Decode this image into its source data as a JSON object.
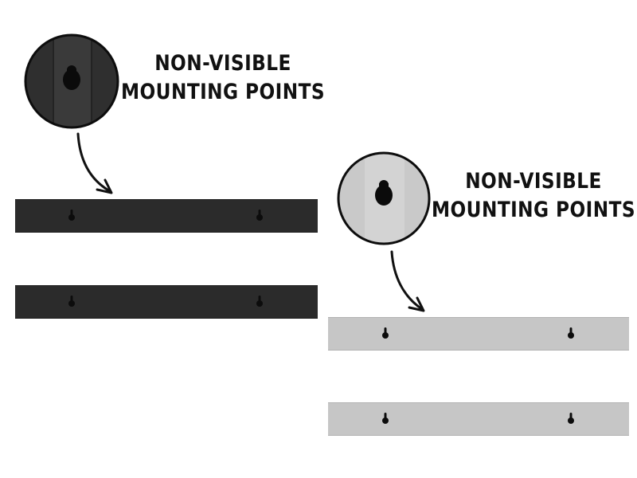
{
  "panels": {
    "black": {
      "label_line1": "NON-VISIBLE",
      "label_line2": "MOUNTING POINTS",
      "finish_color": "#2b2b2b"
    },
    "white": {
      "label_line1": "NON-VISIBLE",
      "label_line2": "MOUNTING POINTS",
      "finish_color": "#c6c6c6"
    }
  },
  "icons": [
    "keyhole-slot-icon",
    "curved-arrow-icon",
    "magnifier-circle"
  ]
}
